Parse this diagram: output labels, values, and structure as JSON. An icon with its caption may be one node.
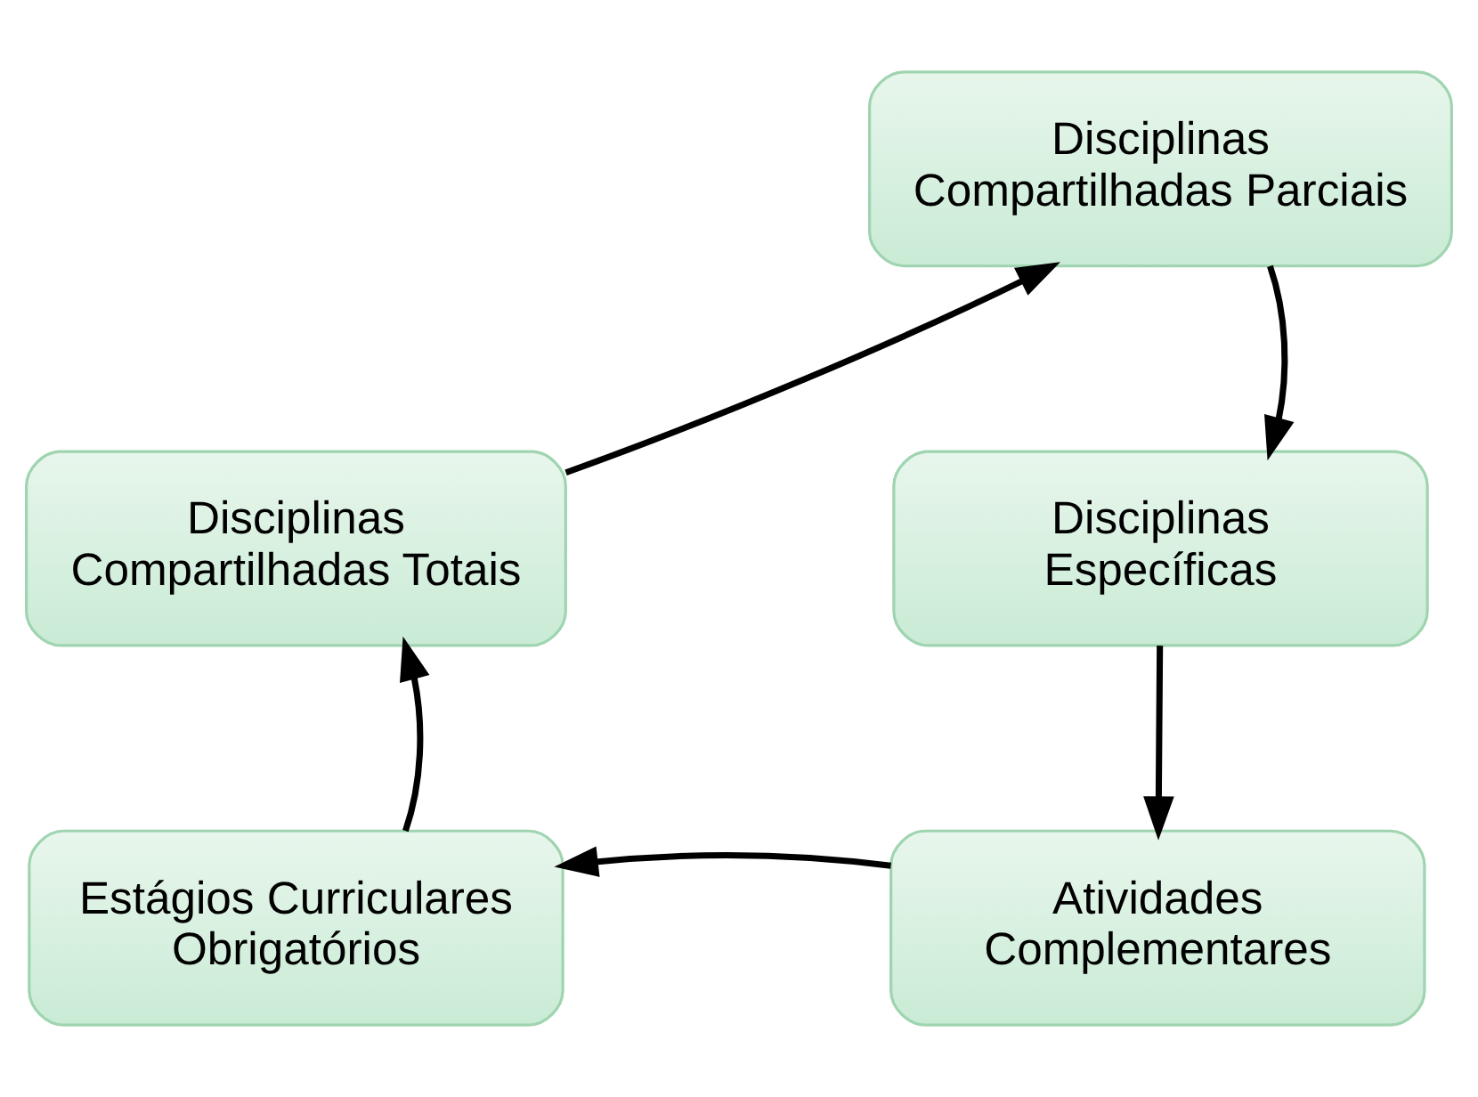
{
  "diagram": {
    "nodes": [
      {
        "text": [
          "Disciplinas Compartilhadas Parciais"
        ]
      },
      {
        "text": [
          "Disciplinas Compartilhadas Totais"
        ]
      },
      {
        "text": [
          "Disciplinas Específicas"
        ]
      },
      {
        "text": [
          "Estágios Curriculares Obrigatórios"
        ]
      },
      {
        "text": [
          "Atividades Complementares"
        ]
      }
    ],
    "edges": [
      {
        "from": 0,
        "to": 2,
        "arrow": "to"
      },
      {
        "from": 2,
        "to": 4,
        "arrow": "to"
      },
      {
        "from": 4,
        "to": 3,
        "arrow": "to"
      },
      {
        "from": 3,
        "to": 1,
        "arrow": "to"
      },
      {
        "from": 1,
        "to": 0,
        "arrow": "to"
      }
    ]
  }
}
